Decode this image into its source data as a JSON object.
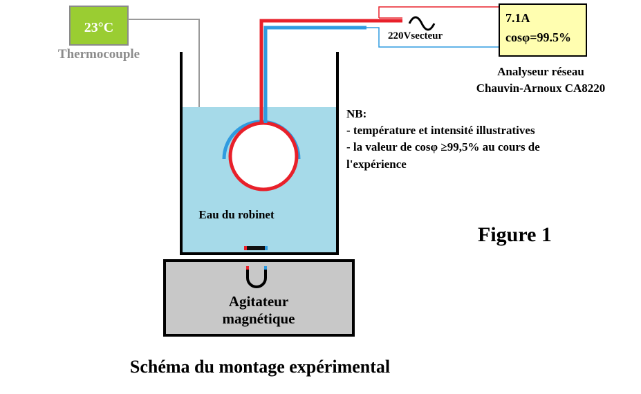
{
  "thermometer": {
    "reading": "23°C",
    "label": "Thermocouple",
    "display_color": "#9acd32"
  },
  "beaker": {
    "content_label": "Eau du robinet",
    "water_color": "#a6dae9"
  },
  "stirrer": {
    "line1": "Agitateur",
    "line2": "magnétique",
    "body_color": "#c8c8c8"
  },
  "supply": {
    "label": "220Vsecteur",
    "symbol": "~"
  },
  "analyzer": {
    "current": "7.1A",
    "power_factor": "cosφ=99.5%",
    "name_line1": "Analyseur réseau",
    "name_line2": "Chauvin-Arnoux CA8220",
    "panel_color": "#fffeb0"
  },
  "note": {
    "heading": "NB:",
    "line1": "- température et intensité illustratives",
    "line2": "- la valeur de cosφ ≥99,5% au cours de",
    "line3": "l'expérience"
  },
  "figure_label": "Figure 1",
  "caption": "Schéma du montage expérimental",
  "colors": {
    "hot_wire": "#e8202a",
    "cold_wire": "#2f9be0",
    "probe_wire": "#999999",
    "outline": "#000000"
  }
}
